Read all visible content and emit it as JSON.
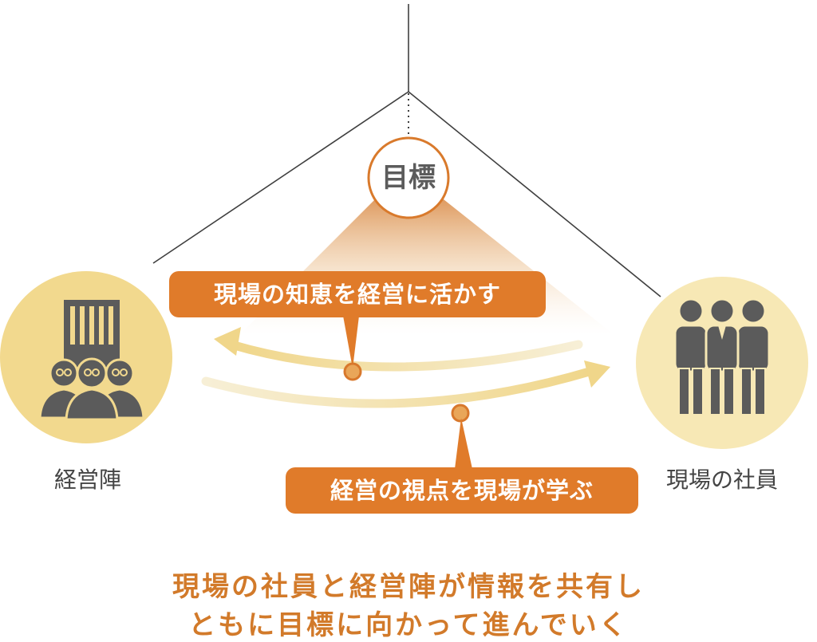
{
  "goal": {
    "label": "目標"
  },
  "callouts": {
    "top": "現場の知恵を経営に活かす",
    "bottom": "経営の視点を現場が学ぶ"
  },
  "nodes": {
    "management": {
      "label": "経営陣",
      "icon": "executives-building-icon"
    },
    "staff": {
      "label": "現場の社員",
      "icon": "employees-group-icon"
    }
  },
  "caption": {
    "line1": "現場の社員と経営陣が情報を共有し",
    "line2": "ともに目標に向かって進んでいく"
  },
  "colors": {
    "accent_orange": "#e07b2a",
    "circle_fill": "#f2d98e",
    "circle_fill_light": "#f7e8b5",
    "icon_gray": "#5b5b5b",
    "caption_orange": "#d27a2a"
  }
}
